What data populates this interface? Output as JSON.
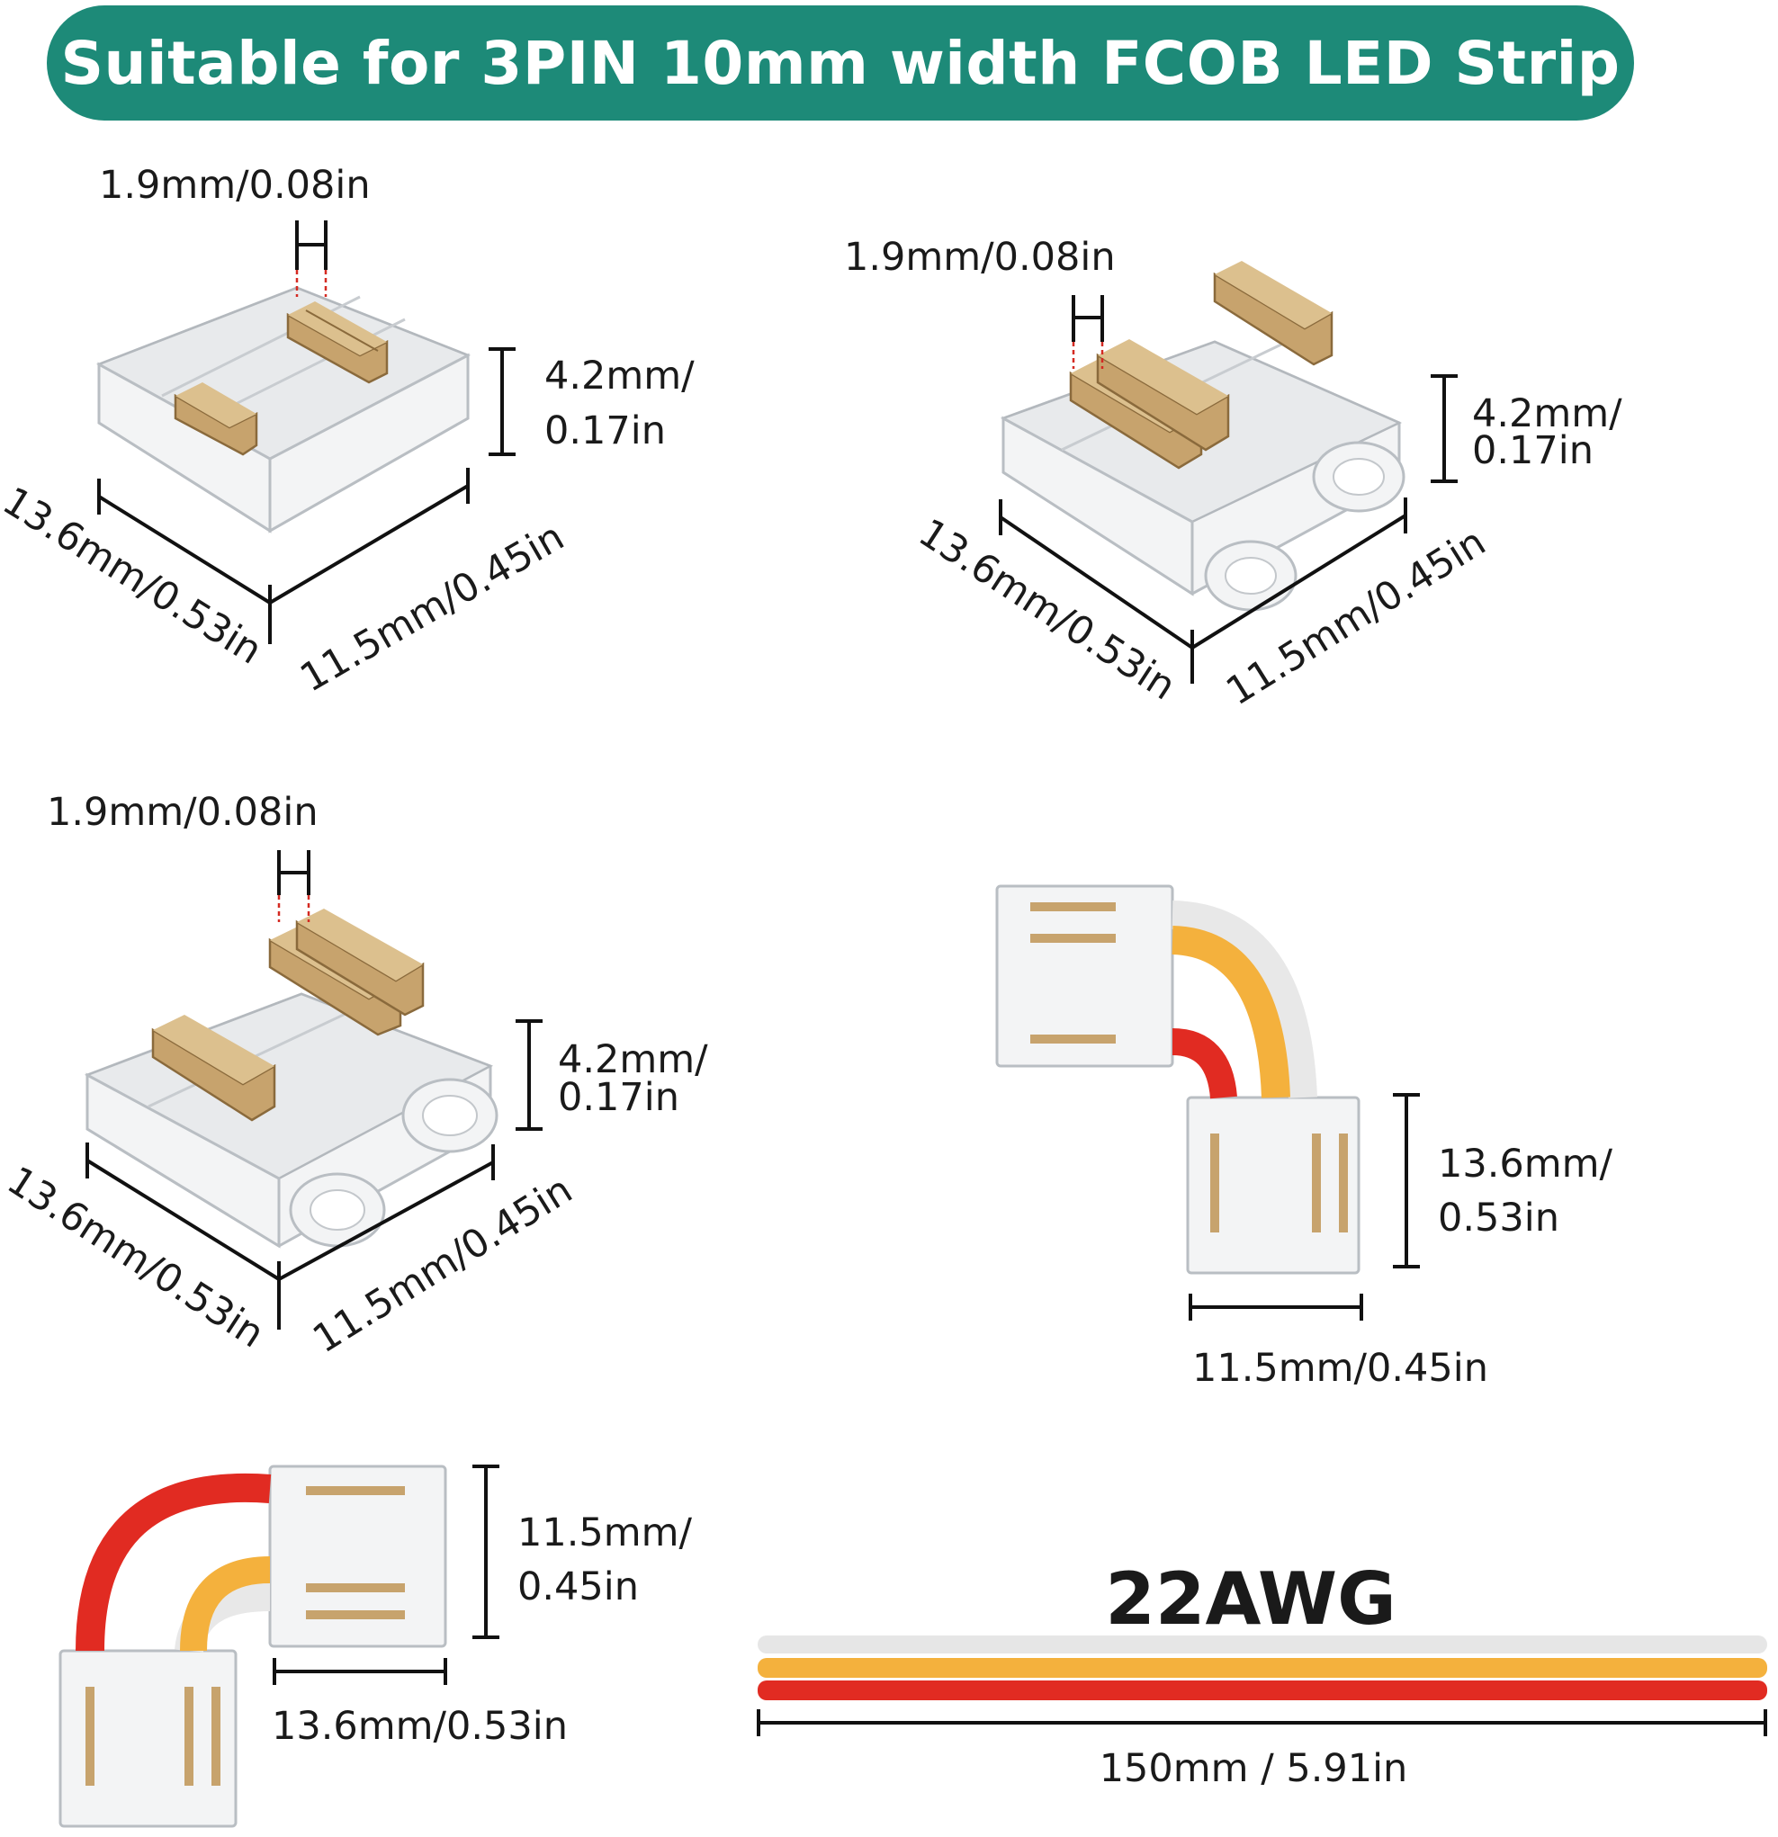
{
  "banner": {
    "text": "Suitable for 3PIN 10mm width FCOB LED Strip",
    "color": "#1d8a78"
  },
  "connectors": [
    {
      "pin_gap": "1.9mm/0.08in",
      "height": [
        "4.2mm/",
        "0.17in"
      ],
      "length": "13.6mm/0.53in",
      "width": "11.5mm/0.45in"
    },
    {
      "pin_gap": "1.9mm/0.08in",
      "height": [
        "4.2mm/",
        "0.17in"
      ],
      "length": "13.6mm/0.53in",
      "width": "11.5mm/0.45in"
    },
    {
      "pin_gap": "1.9mm/0.08in",
      "height": [
        "4.2mm/",
        "0.17in"
      ],
      "length": "13.6mm/0.53in",
      "width": "11.5mm/0.45in"
    }
  ],
  "l_connector_right": {
    "height": [
      "13.6mm/",
      "0.53in"
    ],
    "width": "11.5mm/0.45in"
  },
  "l_connector_left": {
    "height": [
      "11.5mm/",
      "0.45in"
    ],
    "width": "13.6mm/0.53in"
  },
  "cable": {
    "gauge": "22AWG",
    "length": "150mm / 5.91in"
  },
  "wire_colors": {
    "white": "#e6e6e6",
    "yellow": "#f4b13d",
    "red": "#e12b22"
  }
}
